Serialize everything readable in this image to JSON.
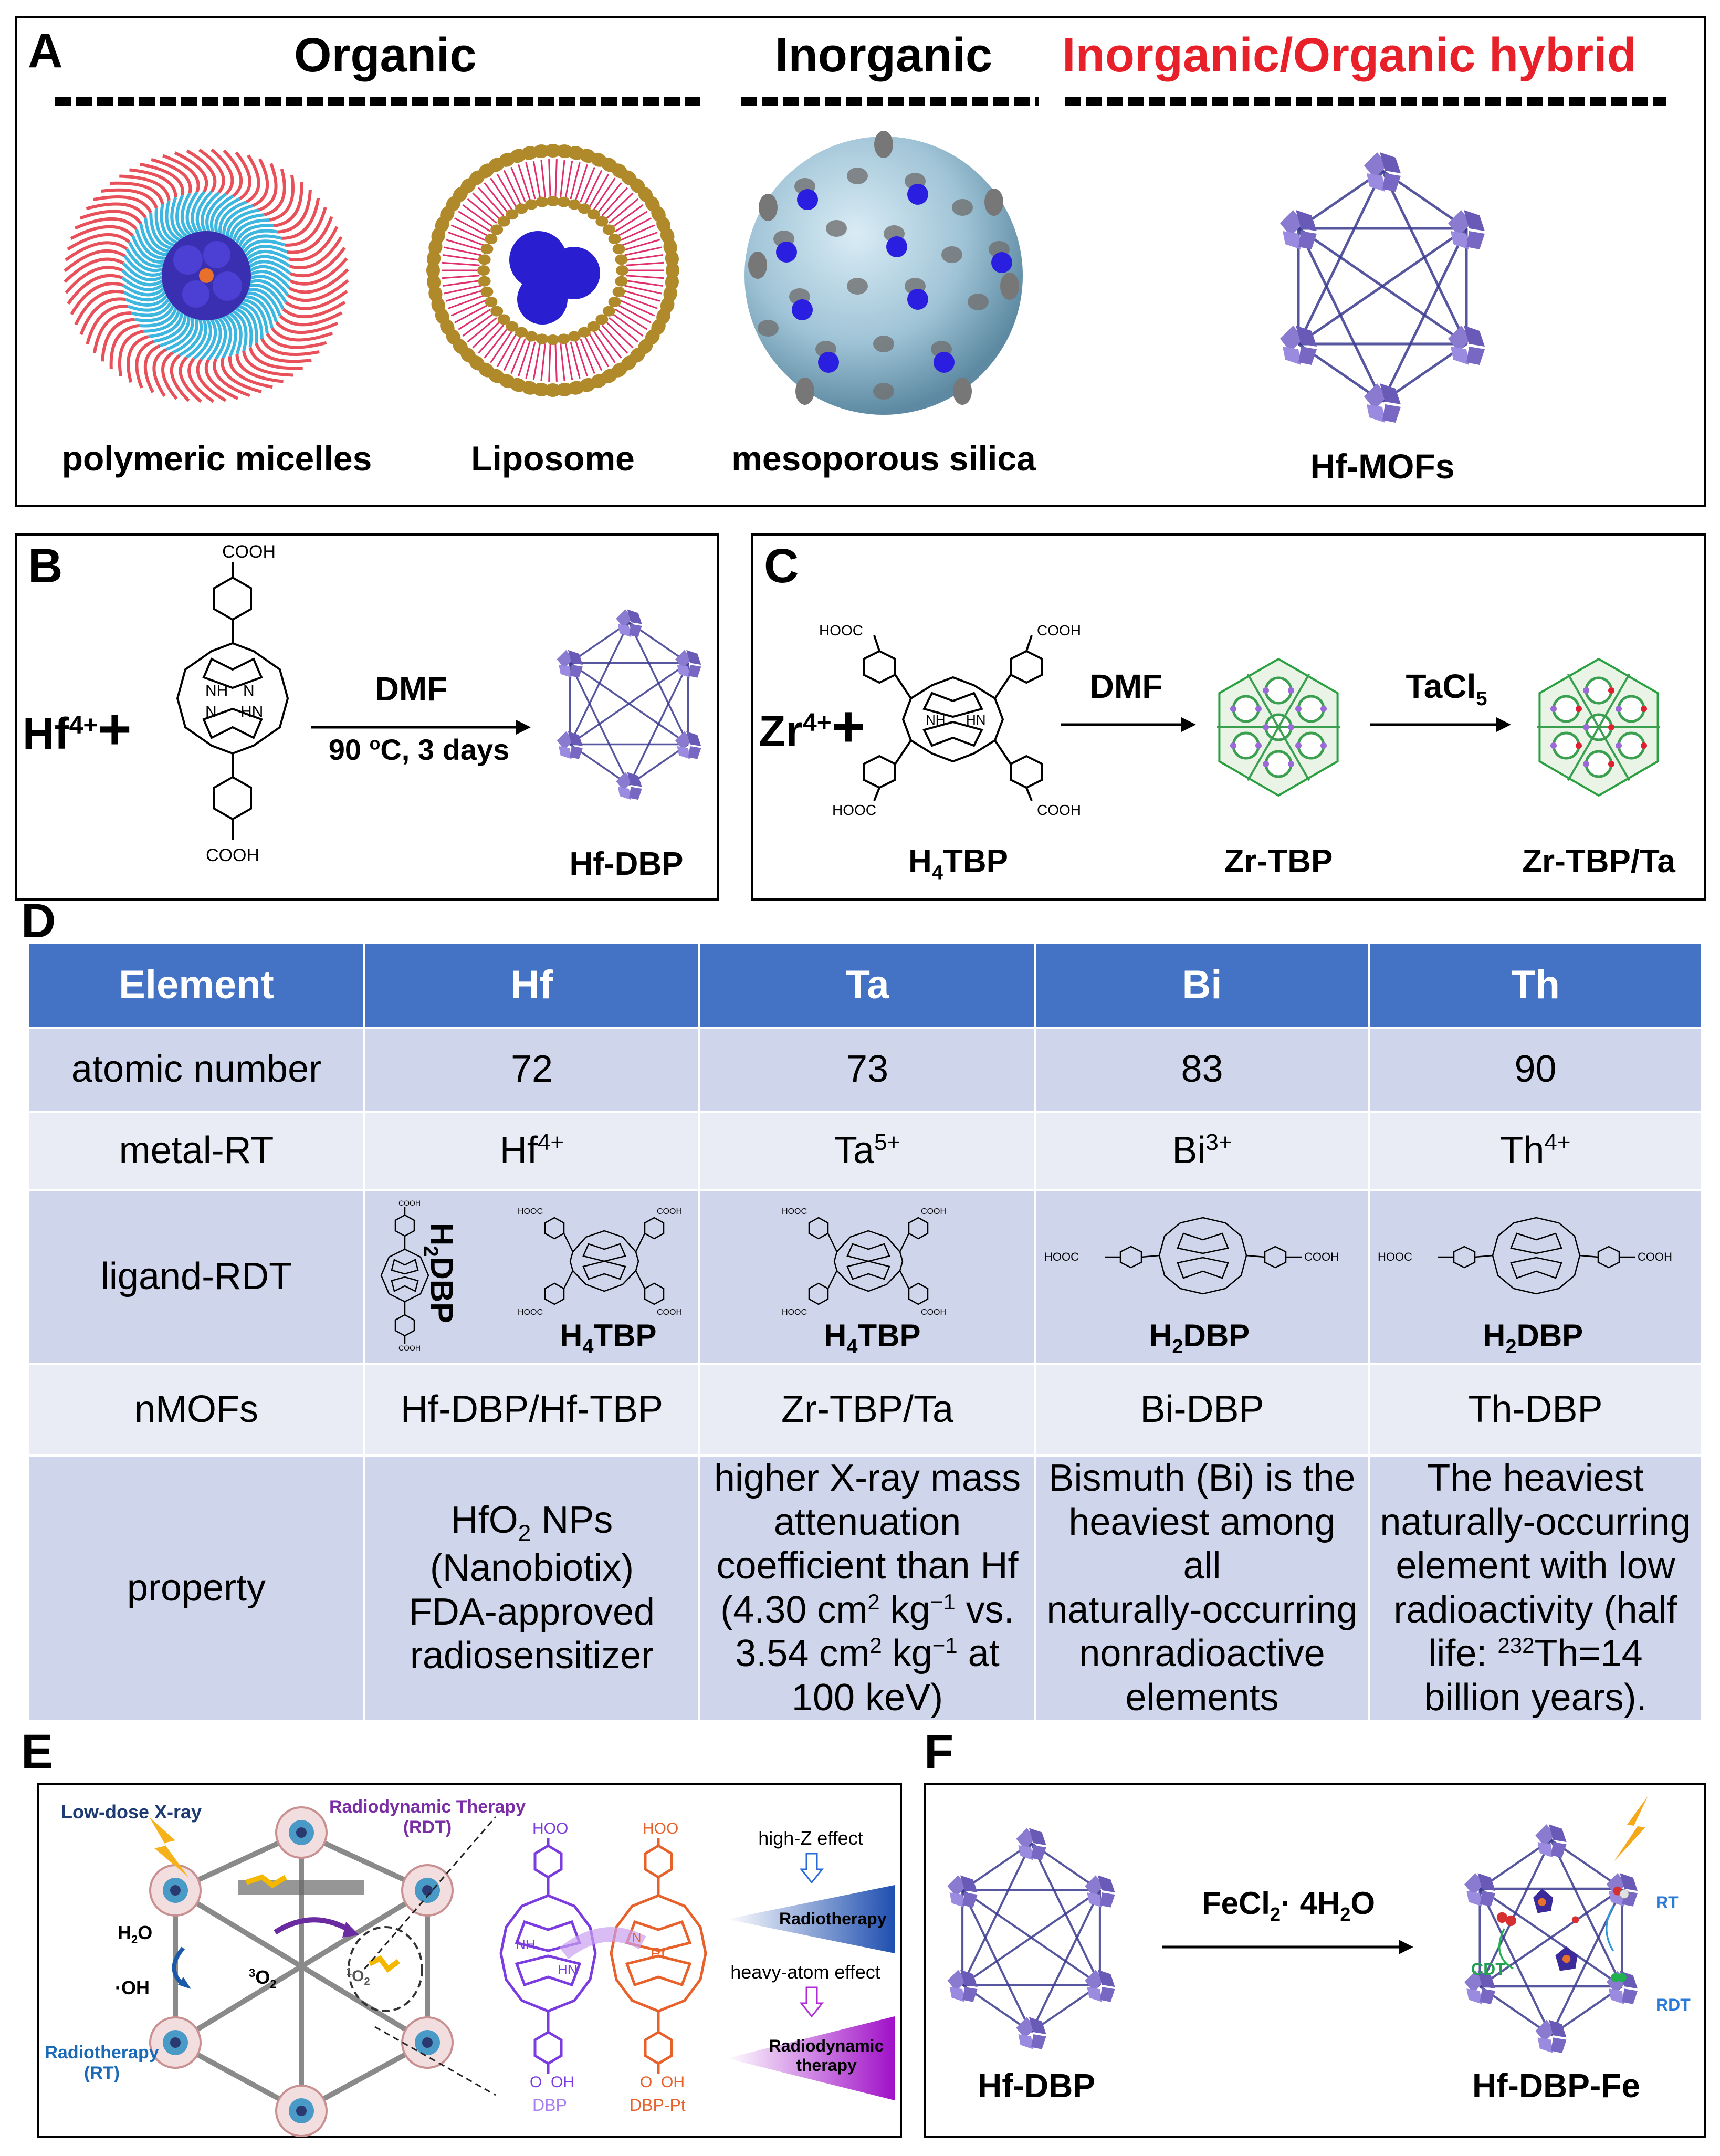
{
  "panelA": {
    "label": "A",
    "headers": {
      "organic": "Organic",
      "inorganic": "Inorganic",
      "hybrid": "Inorganic/Organic hybrid"
    },
    "items": [
      "polymeric micelles",
      "Liposome",
      "mesoporous silica",
      "Hf-MOFs"
    ],
    "hybrid_color": "#E8202A"
  },
  "panelB": {
    "label": "B",
    "metal": "Hf",
    "metal_charge": "4+",
    "cooh_top": "COOH",
    "cooh_bottom": "COOH",
    "nh": "NH",
    "hn": "HN",
    "n1": "N",
    "n2": "N",
    "solvent": "DMF",
    "cond_a": "90 ",
    "cond_sup": "o",
    "cond_b": "C, 3 days",
    "product": "Hf-DBP"
  },
  "panelC": {
    "label": "C",
    "metal": "Zr",
    "metal_charge": "4+",
    "hooc_tl": "HOOC",
    "cooh_tr": "COOH",
    "hooc_bl": "HOOC",
    "cooh_br": "COOH",
    "nh": "NH",
    "hn": "HN",
    "ligand_a": "H",
    "ligand_sub": "4",
    "ligand_b": "TBP",
    "solvent": "DMF",
    "reagent_a": "TaCl",
    "reagent_sub": "5",
    "product1": "Zr-TBP",
    "product2": "Zr-TBP/Ta"
  },
  "panelD": {
    "label": "D",
    "header": [
      "Element",
      "Hf",
      "Ta",
      "Bi",
      "Th"
    ],
    "atomic_number": {
      "label": "atomic number",
      "values": [
        "72",
        "73",
        "83",
        "90"
      ]
    },
    "metal_rt": {
      "label": "metal-RT",
      "values": [
        {
          "base": "Hf",
          "sup": "4+"
        },
        {
          "base": "Ta",
          "sup": "5+"
        },
        {
          "base": "Bi",
          "sup": "3+"
        },
        {
          "base": "Th",
          "sup": "4+"
        }
      ]
    },
    "ligand_rdt": {
      "label": "ligand-RDT",
      "hf_a": {
        "base": "H",
        "sub": "2",
        "rest": "DBP"
      },
      "hf_b": {
        "base": "H",
        "sub": "4",
        "rest": "TBP"
      },
      "ta": {
        "base": "H",
        "sub": "4",
        "rest": "TBP"
      },
      "bi": {
        "base": "H",
        "sub": "2",
        "rest": "DBP"
      },
      "th": {
        "base": "H",
        "sub": "2",
        "rest": "DBP"
      },
      "cooh": "COOH",
      "hooc": "HOOC"
    },
    "nmofs": {
      "label": "nMOFs",
      "values": [
        "Hf-DBP/Hf-TBP",
        "Zr-TBP/Ta",
        "Bi-DBP",
        "Th-DBP"
      ]
    },
    "property": {
      "label": "property",
      "hf": {
        "l1a": "HfO",
        "l1sub": "2",
        "l1b": " NPs",
        "l2": "(Nanobiotix)",
        "l3": "FDA-approved",
        "l4": "radiosensitizer"
      },
      "ta": {
        "l1": "higher X-ray mass",
        "l2": "attenuation",
        "l3": "coefficient than Hf",
        "l4a": "(4.30 cm",
        "l4s": "2",
        "l4b": " kg",
        "l4s2": "−1",
        "l4c": " vs.",
        "l5a": "3.54 cm",
        "l5s": "2",
        "l5b": " kg",
        "l5s2": "−1",
        "l5c": " at",
        "l6": "100 keV)"
      },
      "bi": {
        "l1": "Bismuth (Bi) is the",
        "l2": "heaviest among all",
        "l3": "naturally-occurring",
        "l4": "nonradioactive",
        "l5": "elements"
      },
      "th": {
        "l1": "The heaviest",
        "l2": "naturally-occurring",
        "l3": "element with low",
        "l4": "radioactivity (half",
        "l5a": "life: ",
        "l5s": "232",
        "l5b": "Th=14",
        "l6": "billion years)."
      }
    },
    "header_color": "#4472C4",
    "row_dark": "#CFD5EA",
    "row_light": "#E9EBF5"
  },
  "panelE": {
    "label": "E",
    "xray": "Low-dose X-ray",
    "rdt_a": "Radiodynamic Therapy",
    "rdt_b": "(RDT)",
    "h2o_a": "H",
    "h2o_sub": "2",
    "h2o_b": "O",
    "oh": "·OH",
    "o2_sup": "3",
    "o2": "O",
    "o2_sub": "2",
    "o2s_sup": "1",
    "o2s": "O",
    "o2s_sub": "2",
    "rt_a": "Radiotherapy",
    "rt_b": "(RT)",
    "ho": "HO",
    "o": "O",
    "oh2": "OH",
    "nh": "NH",
    "hn": "HN",
    "n": "N",
    "pt": "Pt",
    "dbp": "DBP",
    "dbppt": "DBP-Pt",
    "highz": "high-Z effect",
    "radiotherapy": "Radiotherapy",
    "heavy": "heavy-atom effect",
    "rdt_tri1": "Radiodynamic",
    "rdt_tri2": "therapy"
  },
  "panelF": {
    "label": "F",
    "reagent_a": "FeCl",
    "reagent_sub": "2",
    "reagent_b": "· 4H",
    "reagent_sub2": "2",
    "reagent_c": "O",
    "left": "Hf-DBP",
    "right": "Hf-DBP-Fe",
    "rt": "RT",
    "rdt": "RDT",
    "cdt": "CDT"
  }
}
